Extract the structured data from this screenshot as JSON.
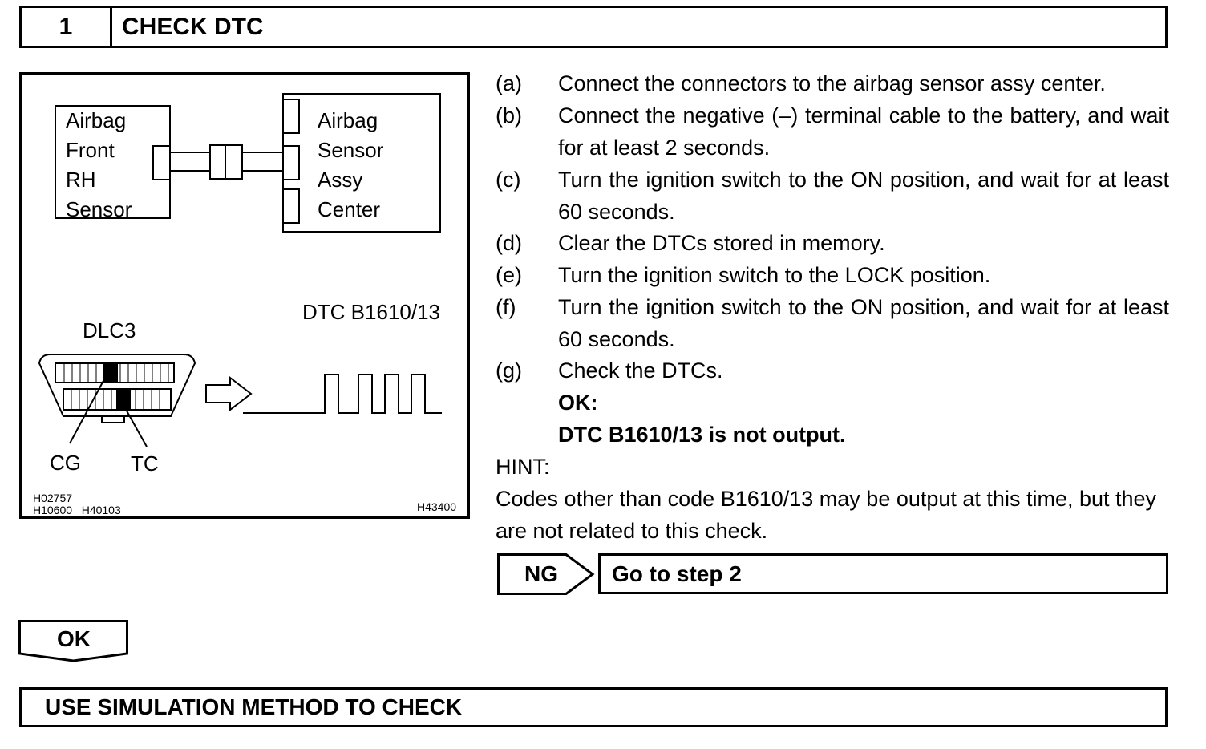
{
  "header": {
    "step_number": "1",
    "title": "CHECK DTC"
  },
  "figure": {
    "front_sensor_lines": [
      "Airbag",
      "Front",
      "RH",
      "Sensor"
    ],
    "center_sensor_lines": [
      "Airbag",
      "Sensor",
      "Assy",
      "Center"
    ],
    "dtc_label": "DTC B1610/13",
    "dlc_label": "DLC3",
    "cg_label": "CG",
    "tc_label": "TC",
    "codes_left_1": "H02757",
    "codes_left_2": "H10600   H40103",
    "code_right": "H43400"
  },
  "procedure": {
    "steps": [
      {
        "letter": "(a)",
        "text": "Connect the connectors to the airbag sensor assy center."
      },
      {
        "letter": "(b)",
        "text": "Connect the negative (–) terminal cable to the battery, and wait for at least 2 seconds."
      },
      {
        "letter": "(c)",
        "text": "Turn the ignition switch to the ON position, and wait for at least 60 seconds."
      },
      {
        "letter": "(d)",
        "text": "Clear the DTCs stored in memory."
      },
      {
        "letter": "(e)",
        "text": "Turn the ignition switch to the LOCK position."
      },
      {
        "letter": "(f)",
        "text": "Turn the ignition switch to the ON position, and wait for at least 60 seconds."
      },
      {
        "letter": "(g)",
        "text": "Check the DTCs."
      }
    ],
    "ok_label": "OK:",
    "ok_condition": "DTC B1610/13 is not output.",
    "hint_label": "HINT:",
    "hint_text": "Codes other than code B1610/13 may be output at this time, but they are not related to this check."
  },
  "ng": {
    "label": "NG",
    "next_step": "Go to step 2"
  },
  "ok_tab": {
    "label": "OK"
  },
  "footer": {
    "text": "USE SIMULATION METHOD TO CHECK"
  }
}
